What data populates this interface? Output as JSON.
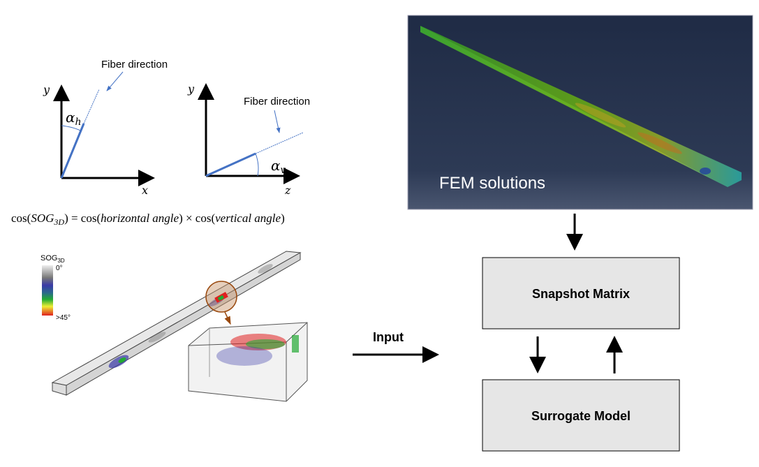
{
  "angle_diagrams": {
    "horizontal": {
      "fiber_label": "Fiber direction",
      "angle_label": "α",
      "angle_sub": "h",
      "y_axis": "y",
      "x_axis": "x"
    },
    "vertical": {
      "fiber_label": "Fiber direction",
      "angle_label": "α",
      "angle_sub": "v",
      "y_axis": "y",
      "x_axis": "z"
    }
  },
  "formula": {
    "lhs_prefix": "cos(",
    "lhs_var": "SOG",
    "lhs_sub": "3D",
    "rhs": ") = cos(",
    "term1": "horizontal angle",
    "mid": ") × cos(",
    "term2": "vertical angle",
    "end": ")"
  },
  "legend": {
    "title": "SOG",
    "title_sub": "3D",
    "min": "0°",
    "max": ">45°",
    "colors": [
      "#eeeeee",
      "#777777",
      "#3a3aa8",
      "#22aa33",
      "#eeee33",
      "#e02020"
    ]
  },
  "input_label": "Input",
  "fem_panel": {
    "label": "FEM solutions"
  },
  "boxes": {
    "snapshot": "Snapshot Matrix",
    "surrogate": "Surrogate Model"
  },
  "colors": {
    "fiber": "#4472c4",
    "box_fill": "#e6e6e6",
    "panel_top": "#1f2b45",
    "panel_bottom": "#4a5670",
    "lens": "#b5651d"
  }
}
